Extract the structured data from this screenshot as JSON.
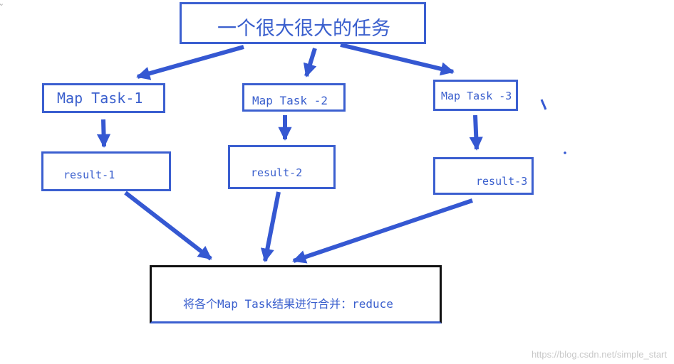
{
  "diagram": {
    "title": "一个很大很大的任务",
    "tasks": [
      {
        "label": "Map Task-1",
        "result": "result-1"
      },
      {
        "label": "Map Task -2",
        "result": "result-2"
      },
      {
        "label": "Map Task -3",
        "result": "result-3"
      }
    ],
    "reduce_label": "将各个Map Task结果进行合并：reduce"
  },
  "watermark": "https://blog.csdn.net/simple_start",
  "colors": {
    "border": "#3b5fd0",
    "text": "#3a5fcd",
    "arrow": "#3558d2",
    "reduce_border": "#111111"
  }
}
